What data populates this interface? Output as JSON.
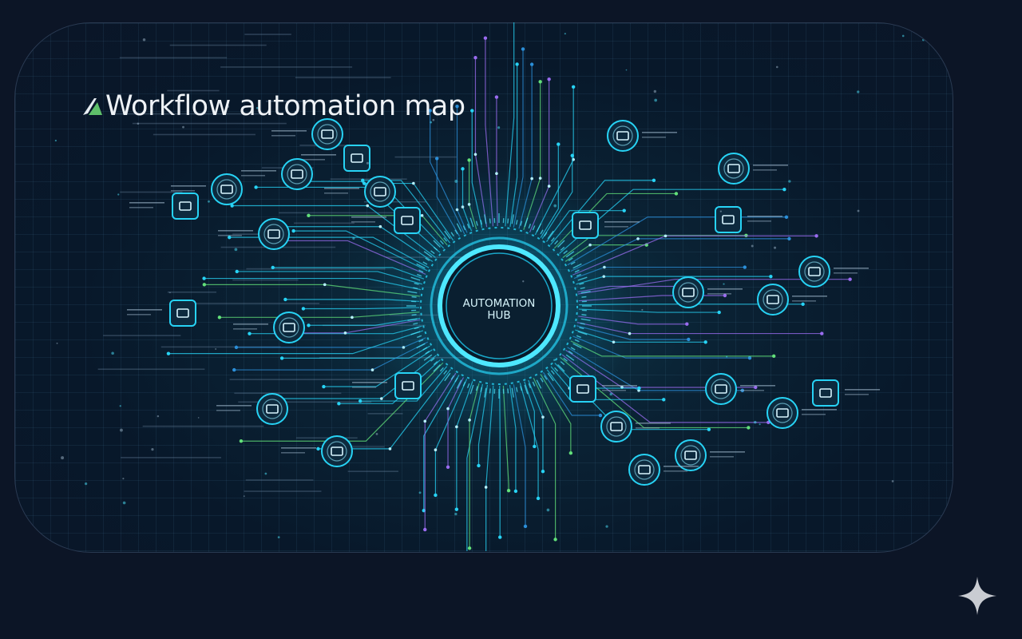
{
  "header": {
    "title": "Workflow automation map"
  },
  "hub": {
    "line1": "AUTOMATION",
    "line2": "HUB"
  },
  "colors": {
    "background": "#0c1526",
    "card": "#0a1e30",
    "accent_cyan": "#27d3f5",
    "accent_green": "#62e07a",
    "accent_purple": "#9a6cf0",
    "title_text": "#eef2f6"
  },
  "nodes": [
    {
      "icon": "mail-icon"
    },
    {
      "icon": "chat-icon"
    },
    {
      "icon": "list-icon"
    },
    {
      "icon": "user-icon"
    },
    {
      "icon": "monitor-icon"
    },
    {
      "icon": "search-icon"
    },
    {
      "icon": "shield-icon"
    },
    {
      "icon": "document-icon"
    },
    {
      "icon": "cloud-icon"
    },
    {
      "icon": "database-icon"
    },
    {
      "icon": "globe-icon"
    },
    {
      "icon": "headset-icon"
    },
    {
      "icon": "gear-icon"
    },
    {
      "icon": "home-icon"
    },
    {
      "icon": "video-icon"
    },
    {
      "icon": "flask-icon"
    }
  ]
}
